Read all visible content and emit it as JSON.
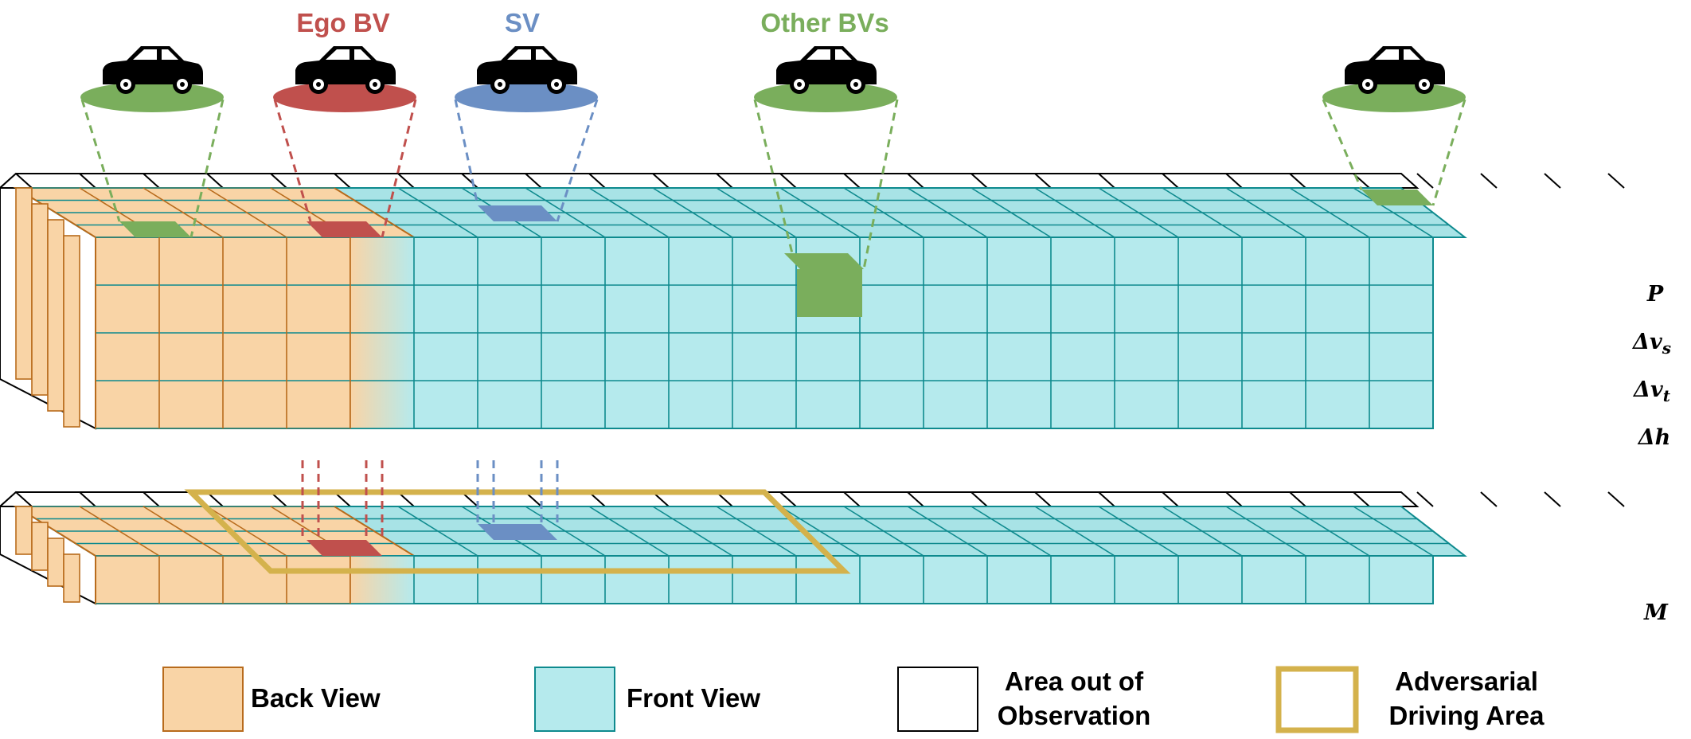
{
  "labels": {
    "ego_bv": "Ego BV",
    "sv": "SV",
    "other_bvs": "Other BVs"
  },
  "feature_rows": {
    "p": "P",
    "dvs": "Δv",
    "dvs_sub": "s",
    "dvt": "Δv",
    "dvt_sub": "t",
    "dh": "Δh",
    "m": "M"
  },
  "legend": {
    "back_view": "Back View",
    "front_view": "Front View",
    "out_of_obs_line1": "Area out of",
    "out_of_obs_line2": "Observation",
    "adv_line1": "Adversarial",
    "adv_line2": "Driving Area"
  },
  "colors": {
    "back_view": "#f9d4a6",
    "back_view_stroke": "#b86b1c",
    "front_view": "#b5eaed",
    "front_view_top": "#a8e3e6",
    "front_view_stroke": "#0e8a8e",
    "ego": "#c0504d",
    "sv": "#6b8fc4",
    "other": "#7aae5c",
    "adversarial": "#d4b24c",
    "out_of_obs": "#ffffff"
  },
  "icons": {
    "car": "car-icon"
  }
}
